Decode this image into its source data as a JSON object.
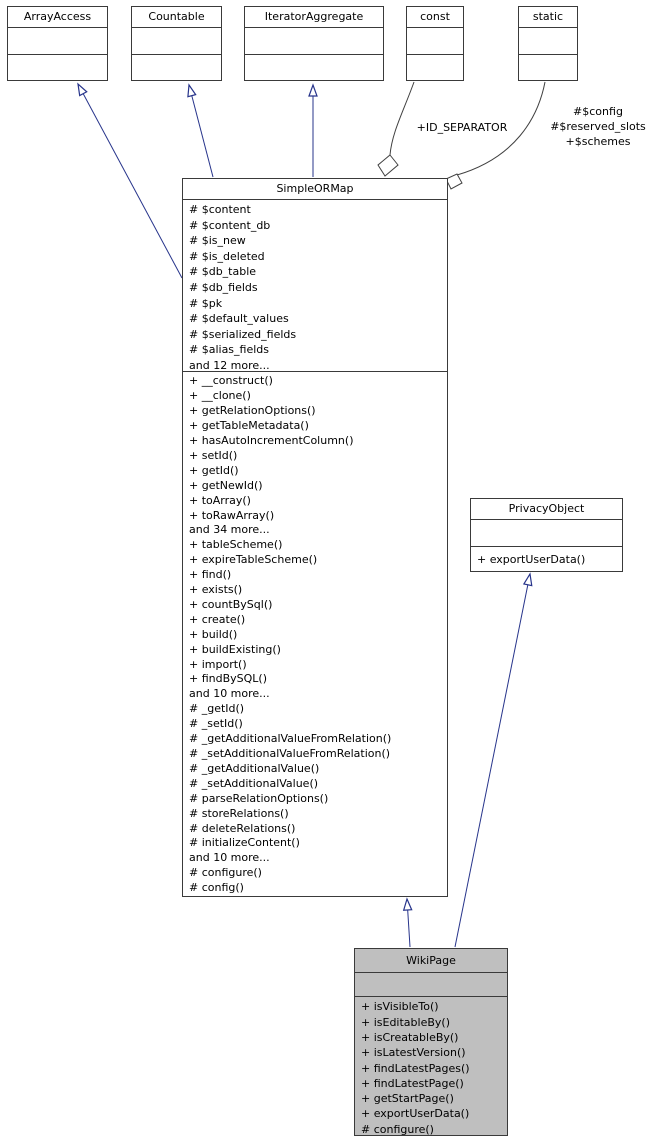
{
  "diagram": {
    "classes": {
      "arrayaccess": {
        "name": "ArrayAccess"
      },
      "countable": {
        "name": "Countable"
      },
      "iteratoraggregate": {
        "name": "IteratorAggregate"
      },
      "const_box": {
        "name": "const"
      },
      "static_box": {
        "name": "static"
      },
      "simpleormap": {
        "name": "SimpleORMap",
        "attributes": [
          "# $content",
          "# $content_db",
          "# $is_new",
          "# $is_deleted",
          "# $db_table",
          "# $db_fields",
          "# $pk",
          "# $default_values",
          "# $serialized_fields",
          "# $alias_fields",
          "and 12 more..."
        ],
        "methods": [
          "+ __construct()",
          "+ __clone()",
          "+ getRelationOptions()",
          "+ getTableMetadata()",
          "+ hasAutoIncrementColumn()",
          "+ setId()",
          "+ getId()",
          "+ getNewId()",
          "+ toArray()",
          "+ toRawArray()",
          "and 34 more...",
          "+ tableScheme()",
          "+ expireTableScheme()",
          "+ find()",
          "+ exists()",
          "+ countBySql()",
          "+ create()",
          "+ build()",
          "+ buildExisting()",
          "+ import()",
          "+ findBySQL()",
          "and 10 more...",
          "# _getId()",
          "# _setId()",
          "# _getAdditionalValueFromRelation()",
          "# _setAdditionalValueFromRelation()",
          "# _getAdditionalValue()",
          "# _setAdditionalValue()",
          "# parseRelationOptions()",
          "# storeRelations()",
          "# deleteRelations()",
          "# initializeContent()",
          "and 10 more...",
          "# configure()",
          "# config()"
        ]
      },
      "privacyobject": {
        "name": "PrivacyObject",
        "methods": [
          "+ exportUserData()"
        ]
      },
      "wikipage": {
        "name": "WikiPage",
        "methods": [
          "+ isVisibleTo()",
          "+ isEditableBy()",
          "+ isCreatableBy()",
          "+ isLatestVersion()",
          "+ findLatestPages()",
          "+ findLatestPage()",
          "+ getStartPage()",
          "+ exportUserData()",
          "# configure()"
        ]
      }
    },
    "edge_labels": {
      "const_edge": "+ID_SEPARATOR",
      "static_edge_lines": [
        "#$config",
        "#$reserved_slots",
        "+$schemes"
      ]
    },
    "colors": {
      "inheritance_edge": "#27348b",
      "usage_edge": "#404040",
      "box_border": "#3a3a3a",
      "current_class_fill": "#bfbfbf"
    }
  }
}
